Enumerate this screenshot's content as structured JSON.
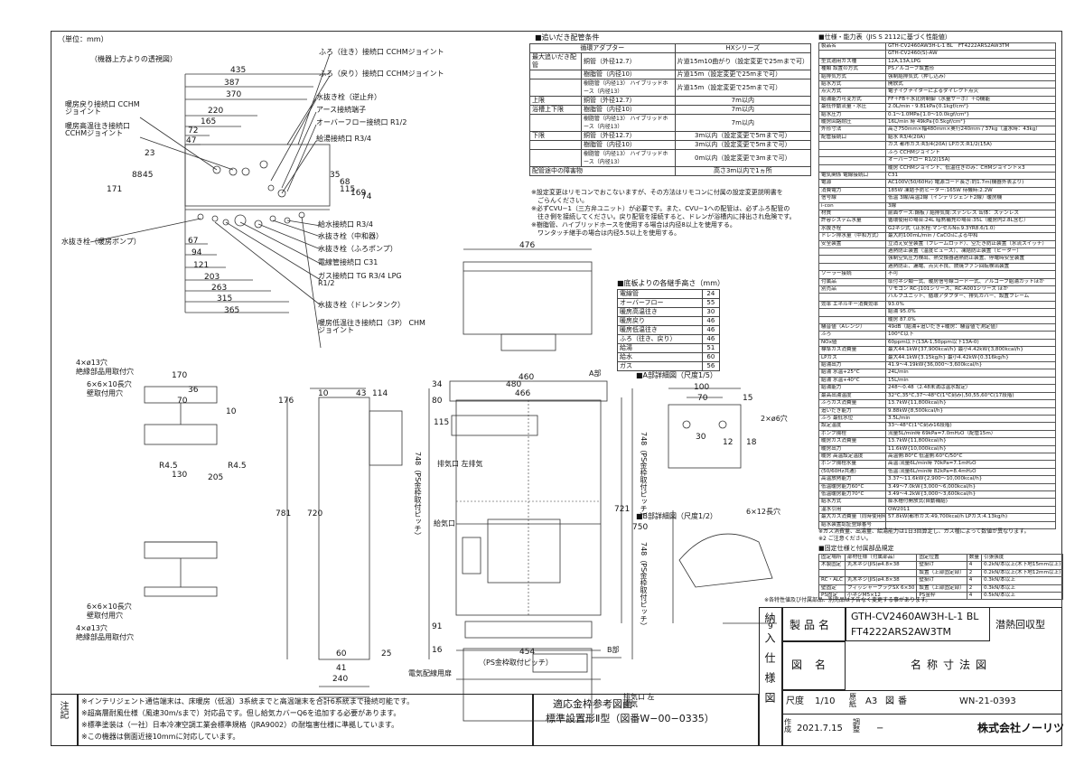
{
  "unit_label": "（単位：mm）",
  "top_view_caption": "（機器上方よりの透視図）",
  "top_dims": [
    "435",
    "387",
    "370",
    "220",
    "165",
    "72",
    "47",
    "23",
    "88",
    "45",
    "171",
    "35",
    "68",
    "115",
    "169",
    "74",
    "67",
    "94",
    "121",
    "203",
    "263",
    "315",
    "365"
  ],
  "connection_labels": [
    "ふろ（往き）接続口 CCHMジョイント",
    "ふろ（戻り）接続口 CCHMジョイント",
    "暖房戻り接続口 CCHMジョイント",
    "暖房高温往き接続口 CCHMジョイント",
    "水抜き栓（逆止弁）",
    "アース接続端子",
    "オーバーフロー接続口 R1/2",
    "給湯接続口 R3/4",
    "給水接続口 R3/4",
    "水抜き栓（中和器）",
    "水抜き栓（ふろポンプ）",
    "電線管接続口 C31",
    "ガス接続口 TG R3/4 LPG R1/2",
    "水抜き栓（ドレンタンク）",
    "暖房低温往き接続口（3P） CHMジョイント",
    "水抜き栓（暖房ポンプ）"
  ],
  "piping_table": {
    "title": "■追いだき配管条件",
    "header_adapter": "循環アダプター",
    "header_series": "HXシリーズ",
    "rows": [
      [
        "最大追いだき配管",
        "銅管（外径12.7）",
        "片道15m10曲がり（設定変更で25mまで可）"
      ],
      [
        "",
        "樹脂管（内径10）",
        "片道15m（設定変更で25mまで可）"
      ],
      [
        "",
        "樹脂管（内径13） ハイブリッドホース（内径13）",
        "片道15m（設定変更で25mまで可）"
      ],
      [
        "上限",
        "銅管（外径12.7）",
        "7m以内"
      ],
      [
        "",
        "樹脂管（内径10）",
        "7m以内"
      ],
      [
        "",
        "樹脂管（内径13） ハイブリッドホース（内径13）",
        "7m以内"
      ],
      [
        "下限",
        "銅管（外径12.7）",
        "3m以内（設定変更で5mまで可）"
      ],
      [
        "",
        "樹脂管（内径10）",
        "3m以内（設定変更で5mまで可）"
      ],
      [
        "",
        "樹脂管（内径13） ハイブリッドホース（内径13）",
        "0m以内（設定変更で3mまで可）"
      ],
      [
        "配管途中の障害物",
        "",
        "高さ3m以内で1ヵ所"
      ]
    ],
    "side_label": "浴槽上下限",
    "notes": [
      "※設定変更はリモコンでおこないますが、その方法はリモコンに付属の設定変更説明書を",
      "　ごらんください。",
      "※必ずCVU−1（三方弁ユニット）が必要です。また、CVU−1への配管は、必ずふろ配管の",
      "　往き側を接続してください。戻り配管を接続すると、ドレンが浴槽内に排出され危険です。",
      "※樹脂管、ハイブリッドホースを使用する場合は内径8以上を使用する。",
      "　ワンタッチ継手の場合は内径5.5以上を使用する。"
    ]
  },
  "height_table": {
    "title": "■底板よりの各継手高さ（mm）",
    "rows": [
      [
        "電線管",
        "24"
      ],
      [
        "オーバーフロー",
        "55"
      ],
      [
        "暖房高温往き",
        "30"
      ],
      [
        "暖房戻り",
        "46"
      ],
      [
        "暖房低温往き",
        "46"
      ],
      [
        "ふろ（往き、戻り）",
        "46"
      ],
      [
        "給湯",
        "51"
      ],
      [
        "給水",
        "60"
      ],
      [
        "ガス",
        "56"
      ]
    ]
  },
  "spec_title": "■仕様・能力表（JIS S 2112に基づく性能値）",
  "spec_rows": [
    [
      "製品名",
      "GTH-CV2460AW3H-L-1 BL",
      "FT4222ARS2AW3TM"
    ],
    [
      "",
      "GTH-CV2460(S)-AW",
      ""
    ],
    [
      "型式適用ガス種",
      "12A,13A,LPG",
      ""
    ],
    [
      "種類 設置の方式",
      "PSアルコーブ設置形",
      ""
    ],
    [
      "給排気方式",
      "強制給排気式（押し込み）",
      ""
    ],
    [
      "給水方式",
      "開放式",
      ""
    ],
    [
      "点火方式",
      "電子イグナイターによるダイレクト点火",
      ""
    ],
    [
      "給湯能力可変方式",
      "FF＋FB＋水比例制御（水量サーボ）＋Q機能",
      ""
    ],
    [
      "最低作動流量・水圧",
      "2.0L/min・9.81kPa{0.1kgf/cm²}",
      ""
    ],
    [
      "給水圧力",
      "0.1〜1.0MPa{1.0〜10.0kgf/cm²}",
      ""
    ],
    [
      "暖房回路耐圧",
      "16L/min 時 49kPa{0.5kgf/cm²}",
      ""
    ],
    [
      "外形寸法",
      "高さ750mm×幅480mm×奥行240mm / 37kg（温水時：43kg）",
      ""
    ],
    [
      "配管接続口",
      "給水 R3/4(20A)",
      ""
    ],
    [
      "",
      "ガス 都市ガス:R3/4(20A) LPガス:R1/2(15A)",
      ""
    ],
    [
      "",
      "ふろ CCHMジョイント",
      ""
    ],
    [
      "",
      "オーバーフロー R1/2(15A)",
      ""
    ],
    [
      "",
      "暖房 CCHMジョイント、低温往きのみ：CHMジョイント×3",
      ""
    ],
    [
      "電気関係 電線接続口",
      "C31",
      ""
    ],
    [
      "電源",
      "AC100V(50/60Hz) 電源コード長さ:約1.7m(機器外表より)",
      ""
    ],
    [
      "消費電力",
      "185W 凍結予防ヒーター:165W 待機時:2.2W",
      ""
    ],
    [
      "信号線",
      "低温 3線/高温2線（インテリジェント2線）暖房機",
      ""
    ],
    [
      "i-con",
      "3線",
      ""
    ],
    [
      "材質",
      "前面ケース:鋼板 / 給排気筒:ステンレス 缶体：ステンレス",
      ""
    ],
    [
      "許容システム水量",
      "循環使用の場合:24L 暗黙補充の場合:35L（暖房内2.8L含む）",
      ""
    ],
    [
      "水抜き栓",
      "G2ネジ式（止水栓:マンセルNo.9.3YR8.6/1.0）",
      ""
    ],
    [
      "ドレン排水量（中和方式）",
      "最大約100mL/min / CaCO₃による中和",
      ""
    ],
    [
      "安全装置",
      "立消え安全装置（フレームロッド）、空だき防止装置（水流スイッチ）",
      ""
    ],
    [
      "",
      "過熱防止装置（温度ヒューズ）、凍結防止装置（ヒーター）",
      ""
    ],
    [
      "",
      "強制空気圧力検出、熱交換器過熱防止装置、停電時安全装置",
      ""
    ],
    [
      "",
      "過熱防止、漏電、点火不良、燃焼ファン回転検出装置",
      ""
    ],
    [
      "ソーラー接続",
      "不可",
      ""
    ],
    [
      "付属品",
      "取付ネジ類一式、暖房信号線コード一式、アルコーブ給湯カットほか",
      ""
    ],
    [
      "別売品",
      "リモコン RC-J101シリーズ、RC-A001シリーズ ほか",
      ""
    ],
    [
      "",
      "バルブユニット、循環アダプター、排気カバー、設置フレーム",
      ""
    ],
    [
      "効率 エネルギー消費効率",
      "93.0%",
      ""
    ],
    [
      "",
      "給湯 95.0%",
      ""
    ],
    [
      "",
      "暖房 87.0%",
      ""
    ],
    [
      "騒音値（Aレンジ）",
      "49dB（給湯+追いだき+暖房：騒音値で測定値）",
      ""
    ],
    [
      "ふろ",
      "100°C以下",
      ""
    ],
    [
      "NOx値",
      "60ppm以下(13A-1,50ppm以下13A-0)",
      ""
    ],
    [
      "標準ガス消費量",
      "最大44.1kW{37,900kcal/h} 最小4.42kW{3,800kcal/h}",
      ""
    ],
    [
      "LPガス",
      "最大44.1kW{3.15kg/h} 最小4.42kW{0.316kg/h}",
      ""
    ],
    [
      "給湯出力",
      "41.9〜4.19kW{36,000〜3,600kcal/h}",
      ""
    ],
    [
      "給湯 水温+25°C",
      "24L/min",
      ""
    ],
    [
      "給湯 水温+40°C",
      "15L/min",
      ""
    ],
    [
      "給湯能力",
      "248〜0.48（2.48未満は温水設定）",
      ""
    ],
    [
      "最高出湯温度",
      "32°C,35°C,37〜48°C(1°C刻み),50,55,60°C(17段階)",
      ""
    ],
    [
      "ふろガス消費量",
      "13.7kW{11,800kcal/h}",
      ""
    ],
    [
      "追いだき能力",
      "9.88kW{8,500kcal/h}",
      ""
    ],
    [
      "ふろ 最低水位",
      "3.5L/min",
      ""
    ],
    [
      "設定温度",
      "33〜48°C(1°C刻み16段階)",
      ""
    ],
    [
      "ポンプ揚程",
      "流量5L/min時 69kPa=7.0mH₂O（配管15m）",
      ""
    ],
    [
      "暖房ガス消費量",
      "13.7kW{11,800kcal/h}",
      ""
    ],
    [
      "暖房出力",
      "11.6kW{10,000kcal/h}",
      ""
    ],
    [
      "暖房 高温設定温度",
      "高温側:80°C 低温側:60°C/50°C",
      ""
    ],
    [
      "ポンプ揚程水量",
      "高温:流量6L/min時 70kPa=7.1mH₂O",
      ""
    ],
    [
      "(50/60Hz共通)",
      "低温:流量6L/min時 82kPa=8.4mH₂O",
      ""
    ],
    [
      "高温放熱能力",
      "3.37〜11.6kW{2,900〜10,000kcal/h}",
      ""
    ],
    [
      "低温暖房能力60°C",
      "3.49〜7.0kW{3,000〜6,000kcal/h}",
      ""
    ],
    [
      "低温暖房能力70°C",
      "3.49〜4.2kW{3,000〜3,600kcal/h}",
      ""
    ],
    [
      "給水方式",
      "膨水槽付開放式(自動補給)",
      ""
    ],
    [
      "温水引用",
      "OW2011",
      ""
    ],
    [
      "最大ガス消費量（同時使用時）",
      "57.8kW(都市ガス:49,700kcal/h LPガス:4.13kg/h)",
      ""
    ],
    [
      "給水装置認証登録番号",
      "",
      ""
    ]
  ],
  "spec_footnote_1": "※ガス消費量、出湯量、給湯能力は1日3回算定し、ガス種によって数値が異なります。",
  "spec_footnote_2": "※2 ご注意ください。",
  "fixture_title": "■固定仕様と付属部品規定",
  "fixture_rows": [
    [
      "固定場所",
      "部材仕様（付属部品）",
      "固定位置",
      "数量",
      "引張強度"
    ],
    [
      "木製固定",
      "丸木ネジ(JIS)ø4.8×38",
      "壁掛け",
      "4",
      "0.2kN/本以上(木下地15mm以上)"
    ],
    [
      "",
      "",
      "設置（上部固定部）",
      "2",
      "0.2kN/本以上(木下地12mm以上)"
    ],
    [
      "RC・ALC",
      "丸木ネジ(JIS)ø4.8×38",
      "壁掛け",
      "4",
      "0.3kN/本以上"
    ],
    [
      "壁固定",
      "フィッシャープラグSX 6×30",
      "設置（上部固定部）",
      "2",
      "0.3kN/本以上"
    ],
    [
      "PS固定",
      "小ネジM5×12",
      "PS金枠",
      "4",
      "0.5kN/本以上"
    ]
  ],
  "spec_note_bottom": "※各特性値及び付属部品、別売品は予告なく変更する事があります。",
  "front_dims": [
    "480",
    "466",
    "460",
    "43",
    "114",
    "10",
    "34",
    "16",
    "781",
    "720",
    "748（PS金枠取付ピッチ）",
    "721",
    "750",
    "454",
    "240",
    "41",
    "25",
    "60",
    "115",
    "176",
    "91",
    "80",
    "205",
    "130",
    "170",
    "36",
    "70",
    "10",
    "R4.5",
    "R4.5"
  ],
  "left_labels": [
    "4×ø13穴",
    "絶縁部品用取付穴",
    "6×6×10長穴",
    "壁取付用穴",
    "6×6×10長穴",
    "壁取付用穴",
    "4×ø13穴",
    "絶縁部品用取付穴"
  ],
  "center_labels": [
    "排気口 左排気",
    "給気口",
    "電気配線用扉",
    "（PS金枠取付ピッチ）",
    "A部",
    "B部",
    "排気口 左排気"
  ],
  "detail_a_title": "■A部詳細図（尺度1/5）",
  "detail_a_dims": [
    "100",
    "70",
    "15",
    "2×ø6穴",
    "30",
    "18",
    "12",
    "748（PS金枠取付ピッチ）"
  ],
  "detail_b_title": "■B部詳細図（尺度1/2）",
  "detail_b_dims": [
    "6×12長穴",
    "748（PS金枠取付ピッチ）",
    "9"
  ],
  "width_476": "476",
  "notes_label": "注記",
  "notes": [
    "※インテリジェント通信端末は、床暖房（低温）3系統までと高温端末を合計6系統まで接続可能です。",
    "※超高層耐風仕様（風速30m/sまで）対応品です。但し給気カバーQ6を追加する必要があります。",
    "※標準塗装は（一社）日本冷凍空調工業会標準規格（JRA9002）の耐塩害仕様に準拠しています。",
    "※この機器は側面近接10mmに対応しています。"
  ],
  "applicable_frame": [
    "適応金枠参考図面",
    "標準設置形Ⅱ型（図番W−00−0335）"
  ],
  "title_block": {
    "nounyuu": "納入仕様図",
    "product_label": "製品名",
    "product_name_1": "GTH-CV2460AW3H-L-1 BL",
    "product_name_2": "FT4222ARS2AW3TM",
    "product_type": "潜熱回収型",
    "drawing_label": "図名",
    "drawing_name": "名称寸法図",
    "scale_label": "尺度",
    "scale": "1/10",
    "original_label": "原紙",
    "paper": "A3",
    "number_label": "図番",
    "number": "WN-21-0393",
    "created_label": "作成",
    "created": "2021.7.15",
    "check_label": "調整",
    "check_value": "−",
    "company": "株式会社ノーリツ"
  }
}
